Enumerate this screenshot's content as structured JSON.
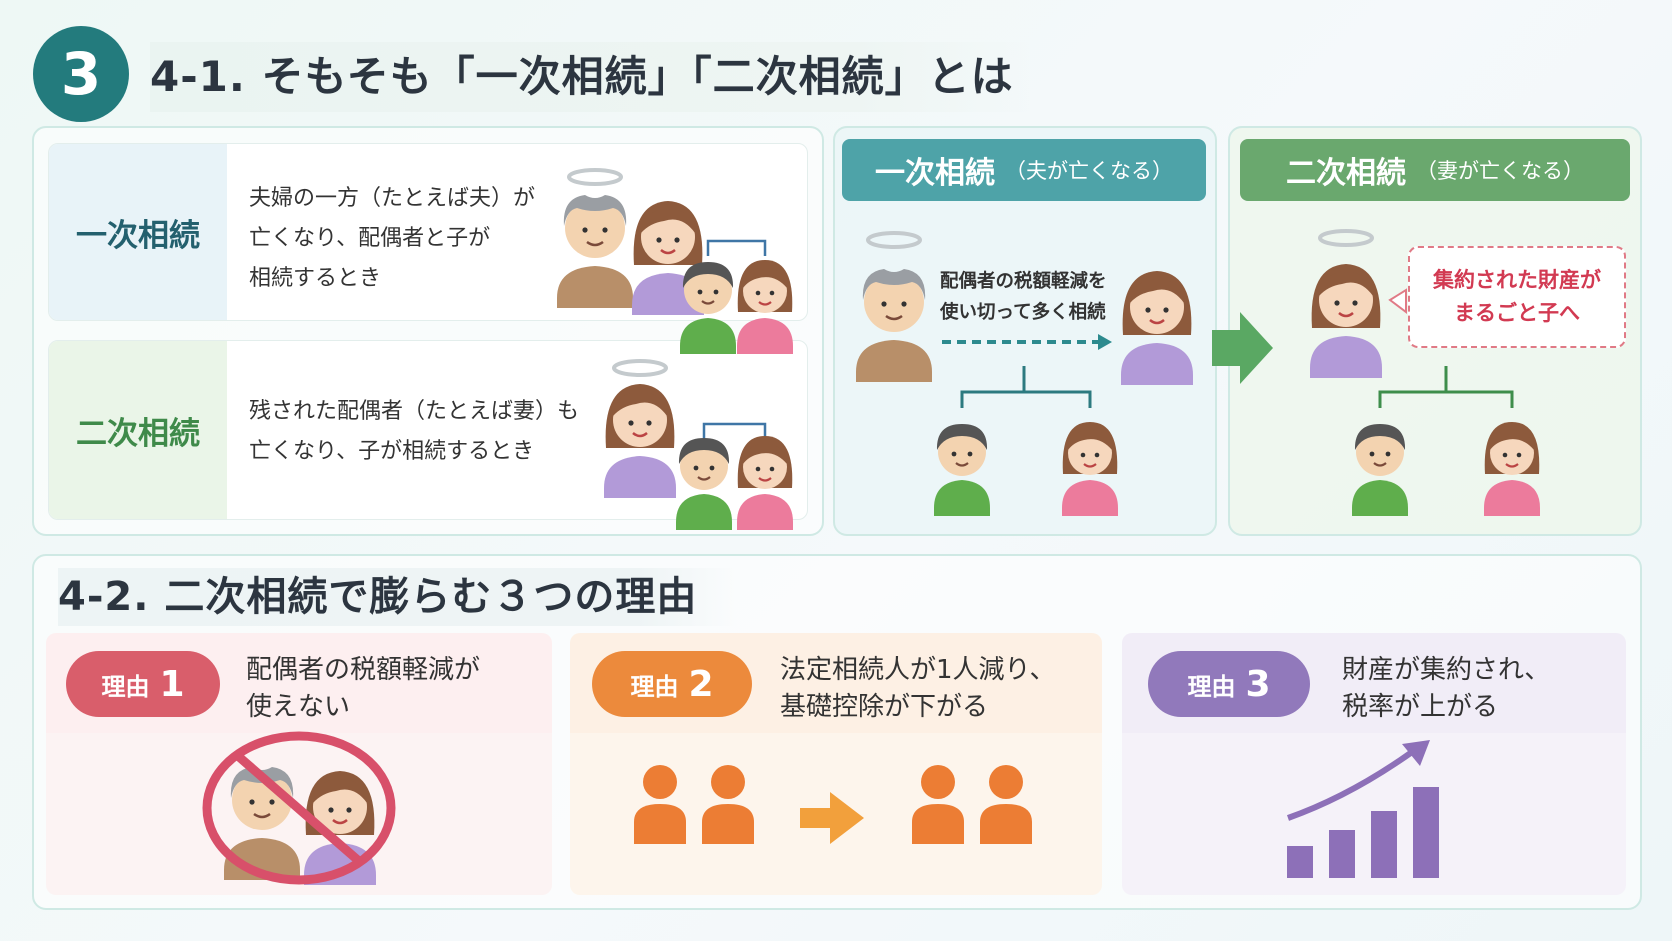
{
  "header": {
    "badge": "3",
    "title": "4-1. そもそも「一次相続」「二次相続」とは"
  },
  "definitions": [
    {
      "label": "一次相続",
      "line1": "夫婦の一方（たとえば夫）が",
      "line2": "亡くなり、配偶者と子が",
      "line3": "相続するとき",
      "color": "#23606e"
    },
    {
      "label": "二次相続",
      "line1": "残された配偶者（たとえば妻）も",
      "line2": "亡くなり、子が相続するとき",
      "color": "#3f8a4a"
    }
  ],
  "primary": {
    "title": "一次相続",
    "subtitle": "（夫が亡くなる）",
    "note1": "配偶者の税額軽減を",
    "note2": "使い切って多く相続",
    "color": "#4ea3a8"
  },
  "secondary": {
    "title": "二次相続",
    "subtitle": "（妻が亡くなる）",
    "callout1": "集約された財産が",
    "callout2": "まるごと子へ",
    "color": "#6aa86e"
  },
  "reasons_section": {
    "title": "4-2. 二次相続で膨らむ３つの理由"
  },
  "reasons": [
    {
      "label": "理由",
      "num": "1",
      "line1": "配偶者の税額軽減が",
      "line2": "使えない",
      "color": "#d95e6b"
    },
    {
      "label": "理由",
      "num": "2",
      "line1": "法定相続人が1人減り、",
      "line2": "基礎控除が下がる",
      "color": "#ec8a3c"
    },
    {
      "label": "理由",
      "num": "3",
      "line1": "財産が集約され、",
      "line2": "税率が上がる",
      "color": "#9179bb"
    }
  ],
  "icons": [
    "halo-icon",
    "grandpa-icon",
    "mother-icon",
    "boy-icon",
    "girl-icon",
    "arrow-icon",
    "no-sign-icon",
    "people-icon",
    "bar-growth-icon"
  ]
}
